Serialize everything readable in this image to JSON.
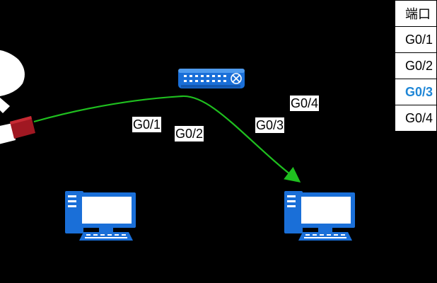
{
  "diagram": {
    "link_labels": {
      "g01": "G0/1",
      "g02": "G0/2",
      "g03": "G0/3",
      "g04": "G0/4"
    },
    "table": {
      "header": "端口",
      "rows": [
        {
          "text": "G0/1",
          "highlight": false
        },
        {
          "text": "G0/2",
          "highlight": false
        },
        {
          "text": "G0/3",
          "highlight": true
        },
        {
          "text": "G0/4",
          "highlight": false
        }
      ]
    },
    "colors": {
      "background": "#000000",
      "flow_arrow": "#1fbf1f",
      "switch": "#1a6fd8",
      "computer": "#1a6fd8",
      "highlight_text": "#1f86d6",
      "cable_red": "#a01822"
    },
    "icons": {
      "switch": "network-switch-icon",
      "computer_left": "desktop-computer-icon",
      "computer_right": "desktop-computer-icon",
      "cable": "network-cable-icon",
      "speech": "speech-bubble-icon"
    }
  }
}
